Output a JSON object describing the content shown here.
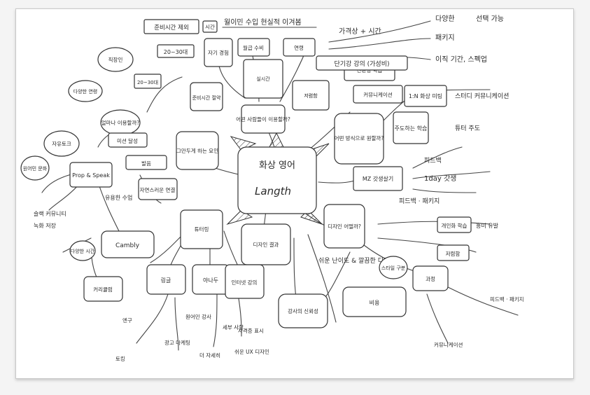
{
  "center": {
    "title": "화상 영어",
    "sub": "Langth"
  },
  "nodes": {
    "n_goal": "월이민 수입 현실적 이겨봄",
    "n_prep_time": "준비시간 제외",
    "n_time": "시간",
    "n_time_range": "20~30대",
    "n_age": "연령",
    "n_2030": "20~30대",
    "n_student": "직장인",
    "n_diverse_age": "다양한 연령",
    "n_target_people": "어떤 사람들이 이용할까?",
    "n_self_exp": "자기 경험",
    "n_money": "월급 수비",
    "n_price_time": "가격상 + 시간",
    "n_short_course": "단기강 강의 (가성비)",
    "n_diverse": "다양한",
    "n_selection": "선택 가능",
    "n_package": "패키지",
    "n_period": "이직 기간, 스펙업",
    "n_how_many": "얼마나 이용할까?",
    "n_how_learn": "어떤 방식으로 원할까?",
    "n_lead": "주도하는 학습",
    "n_1n": "1:N 화상 미팅",
    "n_study": "스터디 커뮤니케이션",
    "n_mz": "MZ 갓생살기",
    "n_eco": "친환경 학습",
    "n_1day": "1day 갓생",
    "n_free": "피드백",
    "n_tutor": "튜터 주도",
    "n_prep_study": "준비시간 절약",
    "n_realtime": "실시간",
    "n_useful": "유용한 수업",
    "n_speak": "Prop & Speak",
    "n_free_talk": "자유토크",
    "n_cambly": "Cambly",
    "n_design": "디자인 어떨까?",
    "n_simple": "쉬운 난이도 & 깔끔한 디자인",
    "n_quality": "디자인 결과",
    "n_style": "스타일 구분",
    "n_natural": "자연스러운 연결",
    "n_mission": "미션 달성",
    "n_pron": "발음",
    "n_culture": "원어민 문화",
    "n_cost": "비용",
    "n_trust": "강사의 신뢰성",
    "n_feedback": "피드백 · 패키지",
    "n_community": "커뮤니케이션",
    "n_qualify": "자격증 표시",
    "n_detail": "다양한 시간",
    "n_ux": "쉬운 UX 디자인",
    "n_tutoring": "튜터링",
    "n_ringle": "링글",
    "n_yanolja": "야나두",
    "n_inter": "인터넷 강의",
    "n_engoo": "엔구",
    "n_talk": "토킹",
    "n_ad": "광고 마케팅",
    "n_native": "원어민 강사",
    "n_slack": "슬랙 커뮤니티",
    "n_recording": "녹화 저장",
    "n_curriculum": "커리큘럼",
    "n_cheap": "저렴함",
    "n_course": "과정",
    "n_more": "더 자세히",
    "n_quit": "그만두게 하는 요인",
    "n_detail2": "세부 사항",
    "n_detail3": "개인화 학습",
    "n_more2": "흥미 유발"
  },
  "colors": {
    "ink": "#2a2a2a",
    "paper": "#ffffff",
    "frame": "#c9c9c9"
  }
}
